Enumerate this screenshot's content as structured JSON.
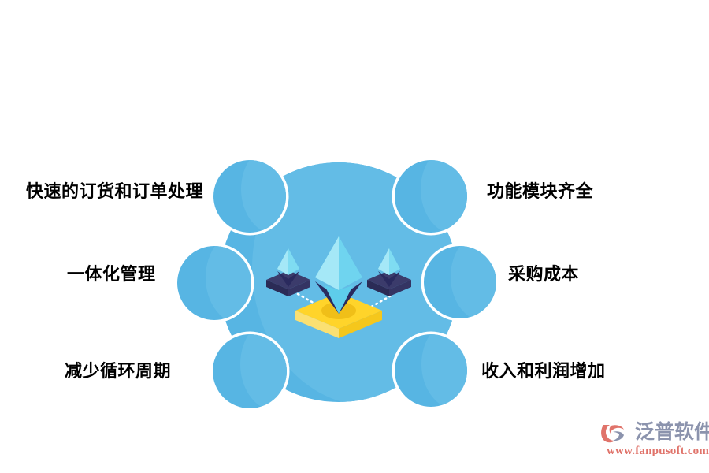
{
  "graphic": {
    "type": "hub-and-spoke infographic",
    "center_icon": {
      "name": "isometric-crystals-on-platform-icon",
      "description": "Three cyan diamond crystals descending onto a yellow isometric platform, side crystals on dark navy plinths connected by dotted lines"
    },
    "colors": {
      "primary_blue": "#57b5e3",
      "circle_blue": "#5bb7e5",
      "highlight_blue": "#6cc0e8",
      "crystal_light": "#9fe5f5",
      "crystal_mid": "#5ecdeb",
      "crystal_dark": "#2a2a5e",
      "platform_yellow": "#ffd42a",
      "platform_yellow_light": "#ffe97a",
      "text_black": "#000000",
      "watermark_gray": "#8b93ad",
      "watermark_red": "#e0736a"
    },
    "nodes": [
      {
        "id": "fast-order",
        "position": "upper-left",
        "label": "快速的订货和订单处理"
      },
      {
        "id": "integrated",
        "position": "mid-left",
        "label": "一体化管理"
      },
      {
        "id": "cycle",
        "position": "lower-left",
        "label": "减少循环周期"
      },
      {
        "id": "modules",
        "position": "upper-right",
        "label": "功能模块齐全"
      },
      {
        "id": "cost",
        "position": "mid-right",
        "label": "采购成本"
      },
      {
        "id": "revenue",
        "position": "lower-right",
        "label": "收入和利润增加"
      }
    ]
  },
  "watermark": {
    "brand_cn": "泛普软件",
    "url": "www.fanpusoft.com"
  }
}
